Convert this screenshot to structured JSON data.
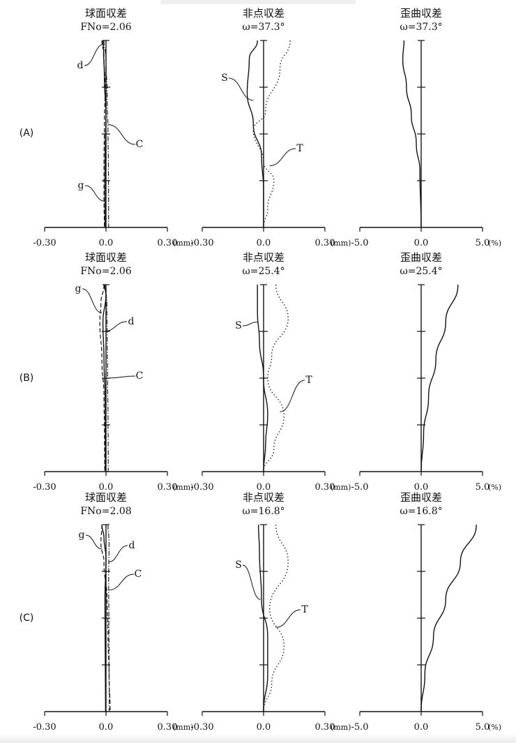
{
  "figure": {
    "rows": [
      {
        "label": "(A)",
        "plots": [
          {
            "kind": "spherical",
            "title": "球面収差",
            "subtitle": "FNo=2.06",
            "ticks": [
              "-0.30",
              "0.0",
              "0.30"
            ],
            "unit": "(mm)",
            "series": [
              {
                "name": "d",
                "style": "solid",
                "points": [
                  [
                    -0.015,
                    1.0
                  ],
                  [
                    -0.012,
                    0.95
                  ],
                  [
                    -0.008,
                    0.8
                  ],
                  [
                    0.0,
                    0.6
                  ],
                  [
                    -0.004,
                    0.4
                  ],
                  [
                    -0.005,
                    0.2
                  ],
                  [
                    -0.004,
                    0.0
                  ]
                ]
              },
              {
                "name": "C",
                "style": "dashdot",
                "points": [
                  [
                    -0.01,
                    1.0
                  ],
                  [
                    0.0,
                    0.9
                  ],
                  [
                    0.006,
                    0.7
                  ],
                  [
                    0.01,
                    0.5
                  ],
                  [
                    0.012,
                    0.3
                  ],
                  [
                    0.013,
                    0.1
                  ],
                  [
                    0.013,
                    0.0
                  ]
                ]
              },
              {
                "name": "g",
                "style": "dashed",
                "points": [
                  [
                    -0.02,
                    1.0
                  ],
                  [
                    -0.01,
                    0.92
                  ],
                  [
                    -0.004,
                    0.75
                  ],
                  [
                    -0.008,
                    0.55
                  ],
                  [
                    -0.01,
                    0.35
                  ],
                  [
                    -0.01,
                    0.15
                  ],
                  [
                    -0.008,
                    0.0
                  ]
                ]
              }
            ]
          },
          {
            "kind": "astigmatism",
            "title": "非点収差",
            "subtitle": "ω=37.3°",
            "ticks": [
              "-0.30",
              "0.0",
              "0.30"
            ],
            "unit": "(mm)",
            "series": [
              {
                "name": "S",
                "style": "solid",
                "points": [
                  [
                    -0.03,
                    1.0
                  ],
                  [
                    -0.07,
                    0.9
                  ],
                  [
                    -0.08,
                    0.72
                  ],
                  [
                    -0.05,
                    0.55
                  ],
                  [
                    -0.01,
                    0.38
                  ],
                  [
                    0.0,
                    0.2
                  ],
                  [
                    0.0,
                    0.0
                  ]
                ]
              },
              {
                "name": "T",
                "style": "dotted",
                "points": [
                  [
                    0.13,
                    1.0
                  ],
                  [
                    0.08,
                    0.85
                  ],
                  [
                    0.01,
                    0.62
                  ],
                  [
                    -0.05,
                    0.52
                  ],
                  [
                    0.0,
                    0.35
                  ],
                  [
                    0.05,
                    0.25
                  ],
                  [
                    0.02,
                    0.1
                  ],
                  [
                    0.0,
                    0.0
                  ]
                ]
              }
            ]
          },
          {
            "kind": "distortion",
            "title": "歪曲収差",
            "subtitle": "ω=37.3°",
            "ticks": [
              "-5.0",
              "0.0",
              "5.0"
            ],
            "unit": "(%)",
            "series": [
              {
                "name": "",
                "style": "solid",
                "points": [
                  [
                    -1.4,
                    1.0
                  ],
                  [
                    -1.5,
                    0.9
                  ],
                  [
                    -1.2,
                    0.75
                  ],
                  [
                    -0.8,
                    0.6
                  ],
                  [
                    -0.4,
                    0.45
                  ],
                  [
                    -0.1,
                    0.3
                  ],
                  [
                    0.0,
                    0.0
                  ]
                ]
              }
            ]
          }
        ]
      },
      {
        "label": "(B)",
        "plots": [
          {
            "kind": "spherical",
            "title": "球面収差",
            "subtitle": "FNo=2.06",
            "ticks": [
              "-0.30",
              "0.0",
              "0.30"
            ],
            "unit": "(mm)",
            "series": [
              {
                "name": "d",
                "style": "solid",
                "points": [
                  [
                    -0.01,
                    1.0
                  ],
                  [
                    0.0,
                    0.95
                  ],
                  [
                    -0.015,
                    0.8
                  ],
                  [
                    -0.01,
                    0.6
                  ],
                  [
                    -0.004,
                    0.4
                  ],
                  [
                    -0.003,
                    0.2
                  ],
                  [
                    -0.003,
                    0.0
                  ]
                ]
              },
              {
                "name": "C",
                "style": "dashdot",
                "points": [
                  [
                    -0.005,
                    1.0
                  ],
                  [
                    0.004,
                    0.9
                  ],
                  [
                    0.006,
                    0.7
                  ],
                  [
                    0.008,
                    0.5
                  ],
                  [
                    0.01,
                    0.3
                  ],
                  [
                    0.011,
                    0.1
                  ],
                  [
                    0.011,
                    0.0
                  ]
                ]
              },
              {
                "name": "g",
                "style": "dashed",
                "points": [
                  [
                    -0.01,
                    1.0
                  ],
                  [
                    -0.025,
                    0.9
                  ],
                  [
                    -0.03,
                    0.8
                  ],
                  [
                    -0.02,
                    0.6
                  ],
                  [
                    -0.01,
                    0.4
                  ],
                  [
                    -0.007,
                    0.2
                  ],
                  [
                    -0.006,
                    0.0
                  ]
                ]
              }
            ]
          },
          {
            "kind": "astigmatism",
            "title": "非点収差",
            "subtitle": "ω=25.4°",
            "ticks": [
              "-0.30",
              "0.0",
              "0.30"
            ],
            "unit": "(mm)",
            "series": [
              {
                "name": "S",
                "style": "solid",
                "points": [
                  [
                    -0.03,
                    1.0
                  ],
                  [
                    -0.03,
                    0.85
                  ],
                  [
                    -0.02,
                    0.7
                  ],
                  [
                    0.0,
                    0.5
                  ],
                  [
                    0.02,
                    0.3
                  ],
                  [
                    0.01,
                    0.15
                  ],
                  [
                    0.0,
                    0.0
                  ]
                ]
              },
              {
                "name": "T",
                "style": "dotted",
                "points": [
                  [
                    0.06,
                    1.0
                  ],
                  [
                    0.12,
                    0.82
                  ],
                  [
                    0.04,
                    0.62
                  ],
                  [
                    0.02,
                    0.5
                  ],
                  [
                    0.1,
                    0.3
                  ],
                  [
                    0.05,
                    0.12
                  ],
                  [
                    0.0,
                    0.0
                  ]
                ]
              }
            ]
          },
          {
            "kind": "distortion",
            "title": "歪曲収差",
            "subtitle": "ω=25.4°",
            "ticks": [
              "-5.0",
              "0.0",
              "5.0"
            ],
            "unit": "(%)",
            "series": [
              {
                "name": "",
                "style": "solid",
                "points": [
                  [
                    0.0,
                    0.0
                  ],
                  [
                    0.2,
                    0.2
                  ],
                  [
                    0.6,
                    0.4
                  ],
                  [
                    1.2,
                    0.6
                  ],
                  [
                    2.0,
                    0.8
                  ],
                  [
                    3.0,
                    1.0
                  ]
                ]
              }
            ]
          }
        ]
      },
      {
        "label": "(C)",
        "plots": [
          {
            "kind": "spherical",
            "title": "球面収差",
            "subtitle": "FNo=2.08",
            "ticks": [
              "-0.30",
              "0.0",
              "0.30"
            ],
            "unit": "(mm)",
            "series": [
              {
                "name": "d",
                "style": "solid",
                "points": [
                  [
                    -0.02,
                    1.0
                  ],
                  [
                    -0.01,
                    0.93
                  ],
                  [
                    0.0,
                    0.82
                  ],
                  [
                    -0.005,
                    0.6
                  ],
                  [
                    -0.004,
                    0.4
                  ],
                  [
                    -0.003,
                    0.2
                  ],
                  [
                    -0.002,
                    0.0
                  ]
                ]
              },
              {
                "name": "C",
                "style": "dashdot",
                "points": [
                  [
                    0.01,
                    1.0
                  ],
                  [
                    0.015,
                    0.9
                  ],
                  [
                    0.013,
                    0.7
                  ],
                  [
                    0.014,
                    0.5
                  ],
                  [
                    0.015,
                    0.3
                  ],
                  [
                    0.016,
                    0.1
                  ],
                  [
                    0.016,
                    0.0
                  ]
                ]
              },
              {
                "name": "g",
                "style": "dashed",
                "points": [
                  [
                    -0.02,
                    1.0
                  ],
                  [
                    -0.025,
                    0.9
                  ],
                  [
                    -0.01,
                    0.8
                  ],
                  [
                    0.005,
                    0.6
                  ],
                  [
                    0.01,
                    0.4
                  ],
                  [
                    0.015,
                    0.2
                  ],
                  [
                    0.02,
                    0.0
                  ]
                ]
              }
            ]
          },
          {
            "kind": "astigmatism",
            "title": "非点収差",
            "subtitle": "ω=16.8°",
            "ticks": [
              "-0.30",
              "0.0",
              "0.30"
            ],
            "unit": "(mm)",
            "series": [
              {
                "name": "S",
                "style": "solid",
                "points": [
                  [
                    -0.025,
                    1.0
                  ],
                  [
                    -0.02,
                    0.85
                  ],
                  [
                    -0.01,
                    0.6
                  ],
                  [
                    0.02,
                    0.4
                  ],
                  [
                    0.02,
                    0.2
                  ],
                  [
                    0.0,
                    0.0
                  ]
                ]
              },
              {
                "name": "T",
                "style": "dotted",
                "points": [
                  [
                    0.06,
                    1.0
                  ],
                  [
                    0.12,
                    0.8
                  ],
                  [
                    0.03,
                    0.55
                  ],
                  [
                    0.1,
                    0.35
                  ],
                  [
                    0.04,
                    0.15
                  ],
                  [
                    0.0,
                    0.0
                  ]
                ]
              }
            ]
          },
          {
            "kind": "distortion",
            "title": "歪曲収差",
            "subtitle": "ω=16.8°",
            "ticks": [
              "-5.0",
              "0.0",
              "5.0"
            ],
            "unit": "(%)",
            "series": [
              {
                "name": "",
                "style": "solid",
                "points": [
                  [
                    0.0,
                    0.0
                  ],
                  [
                    0.3,
                    0.2
                  ],
                  [
                    1.0,
                    0.4
                  ],
                  [
                    2.0,
                    0.6
                  ],
                  [
                    3.2,
                    0.8
                  ],
                  [
                    4.5,
                    1.0
                  ]
                ]
              }
            ]
          }
        ]
      }
    ]
  },
  "chart_data": [
    {
      "panel": "A-spherical",
      "type": "line",
      "title": "球面収差",
      "subtitle": "FNo=2.06",
      "xlim": [
        -0.3,
        0.3
      ],
      "xunit": "mm",
      "ticks": [
        "-0.30",
        "0.0",
        "0.30"
      ],
      "series": [
        "d",
        "C",
        "g"
      ]
    },
    {
      "panel": "A-astigmatism",
      "type": "line",
      "title": "非点収差",
      "subtitle": "ω=37.3°",
      "xlim": [
        -0.3,
        0.3
      ],
      "xunit": "mm",
      "ticks": [
        "-0.30",
        "0.0",
        "0.30"
      ],
      "series": [
        "S",
        "T"
      ]
    },
    {
      "panel": "A-distortion",
      "type": "line",
      "title": "歪曲収差",
      "subtitle": "ω=37.3°",
      "xlim": [
        -5.0,
        5.0
      ],
      "xunit": "%",
      "ticks": [
        "-5.0",
        "0.0",
        "5.0"
      ]
    },
    {
      "panel": "B-spherical",
      "type": "line",
      "title": "球面収差",
      "subtitle": "FNo=2.06",
      "xlim": [
        -0.3,
        0.3
      ],
      "xunit": "mm",
      "ticks": [
        "-0.30",
        "0.0",
        "0.30"
      ],
      "series": [
        "d",
        "C",
        "g"
      ]
    },
    {
      "panel": "B-astigmatism",
      "type": "line",
      "title": "非点収差",
      "subtitle": "ω=25.4°",
      "xlim": [
        -0.3,
        0.3
      ],
      "xunit": "mm",
      "ticks": [
        "-0.30",
        "0.0",
        "0.30"
      ],
      "series": [
        "S",
        "T"
      ]
    },
    {
      "panel": "B-distortion",
      "type": "line",
      "title": "歪曲収差",
      "subtitle": "ω=25.4°",
      "xlim": [
        -5.0,
        5.0
      ],
      "xunit": "%",
      "ticks": [
        "-5.0",
        "0.0",
        "5.0"
      ]
    },
    {
      "panel": "C-spherical",
      "type": "line",
      "title": "球面収差",
      "subtitle": "FNo=2.08",
      "xlim": [
        -0.3,
        0.3
      ],
      "xunit": "mm",
      "ticks": [
        "-0.30",
        "0.0",
        "0.30"
      ],
      "series": [
        "d",
        "C",
        "g"
      ]
    },
    {
      "panel": "C-astigmatism",
      "type": "line",
      "title": "非点収差",
      "subtitle": "ω=16.8°",
      "xlim": [
        -0.3,
        0.3
      ],
      "xunit": "mm",
      "ticks": [
        "-0.30",
        "0.0",
        "0.30"
      ],
      "series": [
        "S",
        "T"
      ]
    },
    {
      "panel": "C-distortion",
      "type": "line",
      "title": "歪曲収差",
      "subtitle": "ω=16.8°",
      "xlim": [
        -5.0,
        5.0
      ],
      "xunit": "%",
      "ticks": [
        "-5.0",
        "0.0",
        "5.0"
      ]
    }
  ]
}
